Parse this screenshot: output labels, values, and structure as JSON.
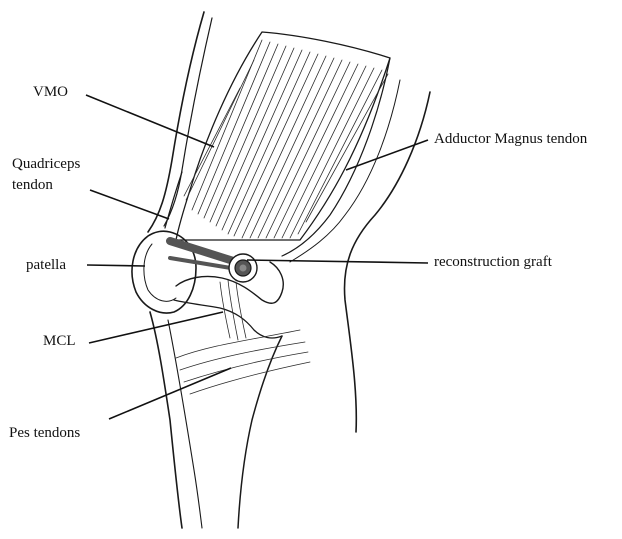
{
  "labels": {
    "vmo": "VMO",
    "quadriceps_line1": "Quadriceps",
    "quadriceps_line2": "tendon",
    "patella": "patella",
    "mcl": "MCL",
    "pes_tendons": "Pes tendons",
    "adductor": "Adductor Magnus tendon",
    "graft": "reconstruction graft"
  },
  "colors": {
    "ink": "#1a1a1a",
    "graft": "#555555",
    "background": "#ffffff"
  }
}
